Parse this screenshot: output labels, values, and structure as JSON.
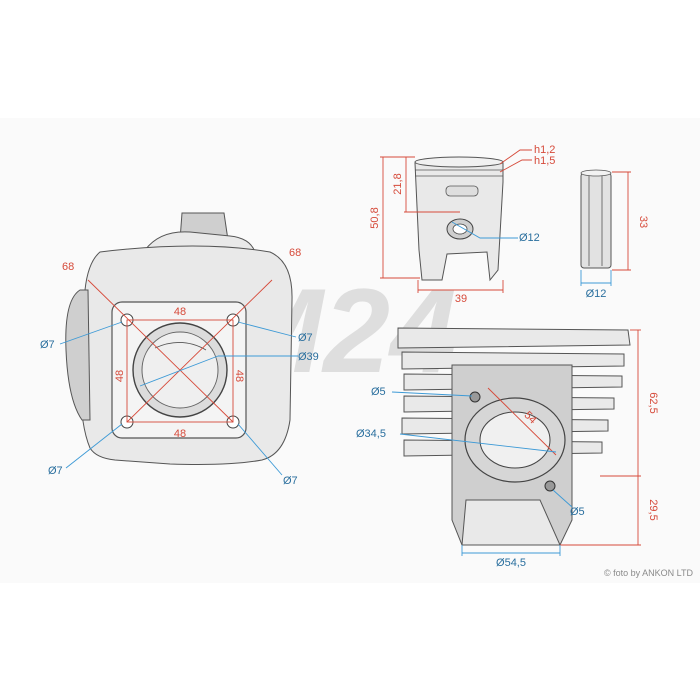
{
  "watermark": "M24",
  "credit": "© foto by ANKON LTD",
  "front_view": {
    "diag_left": "68",
    "diag_right": "68",
    "top_spacing": "48",
    "bottom_spacing": "48",
    "left_spacing": "48",
    "right_spacing": "48",
    "hole_top_left": "Ø7",
    "hole_top_right": "Ø7",
    "hole_bottom_left": "Ø7",
    "hole_bottom_right": "Ø7",
    "bore": "Ø39"
  },
  "piston": {
    "ring1": "h1,2",
    "ring2": "h1,5",
    "top_height": "21,8",
    "total_height": "50,8",
    "pin_hole": "Ø12",
    "diameter": "39"
  },
  "pin": {
    "length": "33",
    "diameter": "Ø12"
  },
  "side_view": {
    "stud_hole_top": "Ø5",
    "stud_hole_bottom": "Ø5",
    "port_inner": "Ø34,5",
    "port_spacing": "54",
    "height_total": "62,5",
    "height_lower": "29,5",
    "base_diameter": "Ø54,5"
  },
  "colors": {
    "dimension_red": "#d64a3a",
    "dimension_blue": "#3d9ad6"
  }
}
